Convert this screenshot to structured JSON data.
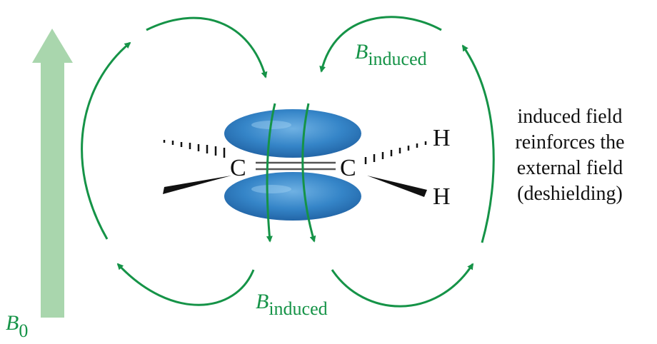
{
  "b0_label": {
    "base": "B",
    "sub": "0"
  },
  "b_induced_top": {
    "base": "B",
    "sub": "induced"
  },
  "b_induced_bottom": {
    "base": "B",
    "sub": "induced"
  },
  "atoms": {
    "carbon_left": "C",
    "carbon_right": "C",
    "hydrogen_top": "H",
    "hydrogen_bottom": "H"
  },
  "caption_lines": [
    "induced field",
    "reinforces the",
    "external field",
    "(deshielding)"
  ],
  "colors": {
    "field_line": "#159347",
    "b0_arrow": "#a9d6ad",
    "pi_orbital": "#2e7dc3",
    "text": "#111111"
  }
}
